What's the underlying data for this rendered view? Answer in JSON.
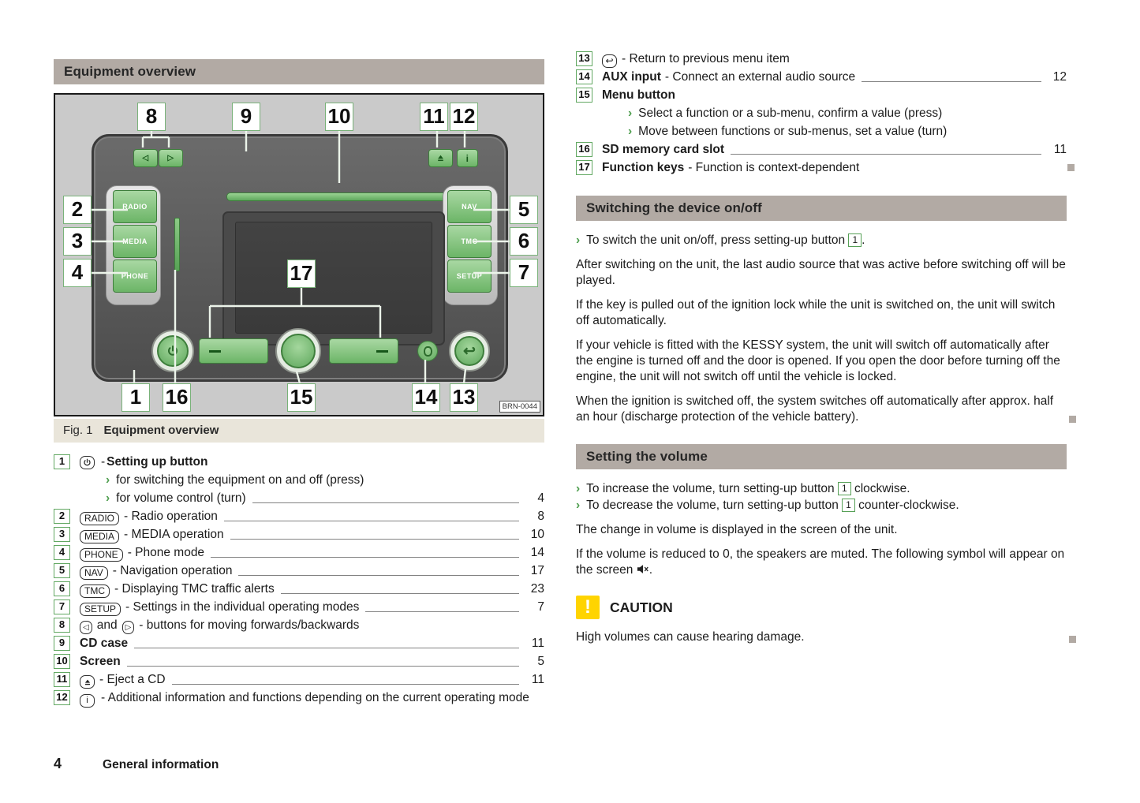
{
  "colors": {
    "accent_green": "#5aa75a",
    "header_bar": "#b2aaa4",
    "caution_yellow": "#ffd400",
    "device_green": "#6cb567",
    "figure_bg": "#cacaca"
  },
  "icons": {
    "chevron": "›",
    "left_arrow": "◁",
    "right_arrow": "▷",
    "info": "i",
    "return": "↩",
    "caution": "!",
    "power_icon_name": "power-icon",
    "eject_icon_name": "eject-icon",
    "mute_icon_name": "muted-speaker-icon"
  },
  "left": {
    "header": "Equipment overview",
    "figure": {
      "caption_label": "Fig. 1",
      "caption_text": "Equipment overview",
      "code": "BRN-0044",
      "device": {
        "radio": "RADIO",
        "media": "MEDIA",
        "phone": "PHONE",
        "nav": "NAV",
        "tmc": "TMC",
        "setup": "SETUP"
      },
      "callouts": {
        "c1": "1",
        "c2": "2",
        "c3": "3",
        "c4": "4",
        "c5": "5",
        "c6": "6",
        "c7": "7",
        "c8": "8",
        "c9": "9",
        "c10": "10",
        "c11": "11",
        "c12": "12",
        "c13": "13",
        "c14": "14",
        "c15": "15",
        "c16": "16",
        "c17": "17"
      }
    }
  },
  "legend": {
    "i1": {
      "num": "1",
      "sep": "-",
      "title": "Setting up button",
      "sub1": "for switching the equipment on and off (press)",
      "sub2": "for volume control (turn)",
      "page": "4"
    },
    "i2": {
      "num": "2",
      "key": "RADIO",
      "text": "- Radio operation",
      "page": "8"
    },
    "i3": {
      "num": "3",
      "key": "MEDIA",
      "text": "- MEDIA operation",
      "page": "10"
    },
    "i4": {
      "num": "4",
      "key": "PHONE",
      "text": "- Phone mode",
      "page": "14"
    },
    "i5": {
      "num": "5",
      "key": "NAV",
      "text": "- Navigation operation",
      "page": "17"
    },
    "i6": {
      "num": "6",
      "key": "TMC",
      "text": "- Displaying TMC traffic alerts",
      "page": "23"
    },
    "i7": {
      "num": "7",
      "key": "SETUP",
      "text": "- Settings in the individual operating modes",
      "page": "7"
    },
    "i8": {
      "num": "8",
      "mid": "and",
      "text": "- buttons for moving forwards/backwards"
    },
    "i9": {
      "num": "9",
      "bold": "CD case",
      "page": "11"
    },
    "i10": {
      "num": "10",
      "bold": "Screen",
      "page": "5"
    },
    "i11": {
      "num": "11",
      "text": "- Eject a CD",
      "page": "11"
    },
    "i12": {
      "num": "12",
      "text": "- Additional information and functions depending on the current operating mode"
    },
    "i13": {
      "num": "13",
      "text": "- Return to previous menu item"
    },
    "i14": {
      "num": "14",
      "bold": "AUX input",
      "text": "- Connect an external audio source",
      "page": "12"
    },
    "i15": {
      "num": "15",
      "bold": "Menu button",
      "sub1": "Select a function or a sub-menu, confirm a value (press)",
      "sub2": "Move between functions or sub-menus, set a value (turn)"
    },
    "i16": {
      "num": "16",
      "bold": "SD memory card slot",
      "page": "11"
    },
    "i17": {
      "num": "17",
      "bold": "Function keys",
      "text": "- Function is context-dependent"
    }
  },
  "s1": {
    "title": "Switching the device on/off",
    "b1_pre": "To switch the unit on/off, press setting-up button ",
    "b1_box": "1",
    "b1_post": ".",
    "p1": "After switching on the unit, the last audio source that was active before switching off will be played.",
    "p2": "If the key is pulled out of the ignition lock while the unit is switched on, the unit will switch off automatically.",
    "p3": "If your vehicle is fitted with the KESSY system, the unit will switch off automatically after the engine is turned off and the door is opened. If you open the door before turning off the engine, the unit will not switch off until the vehicle is locked.",
    "p4": "When the ignition is switched off, the system switches off automatically after approx. half an hour (discharge protection of the vehicle battery)."
  },
  "s2": {
    "title": "Setting the volume",
    "b1_pre": "To increase the volume, turn setting-up button ",
    "b1_box": "1",
    "b1_post": " clockwise.",
    "b2_pre": "To decrease the volume, turn setting-up button ",
    "b2_box": "1",
    "b2_post": " counter-clockwise.",
    "p1": "The change in volume is displayed in the screen of the unit.",
    "p2_pre": "If the volume is reduced to 0, the speakers are muted. The following symbol will appear on the screen ",
    "p2_post": ".",
    "caution_title": "CAUTION",
    "caution_text": "High volumes can cause hearing damage."
  },
  "footer": {
    "page_number": "4",
    "section": "General information"
  }
}
